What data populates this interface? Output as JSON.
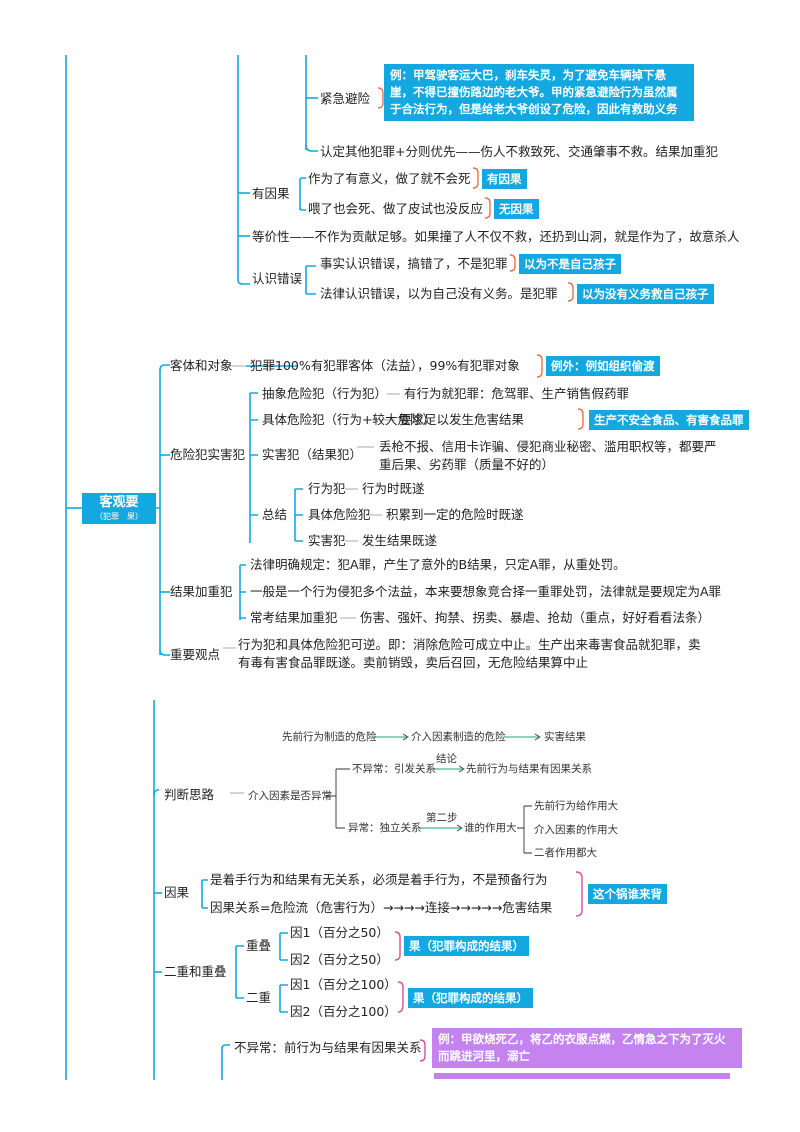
{
  "emergency": {
    "label": "紧急避险",
    "example": "例：甲驾驶客运大巴，刹车失灵，为了避免车辆掉下悬崖，不得已撞伤路边的老大爷。甲的紧急避险行为虽然属于合法行为，但是给老大爷创设了危险，因此有救助义务"
  },
  "other_crime": "认定其他犯罪+分则优先——伤人不救致死、交通肇事不救。结果加重犯",
  "causal": {
    "label": "有因果",
    "i1": "作为了有意义，做了就不会死",
    "t1": "有因果",
    "i2": "喂了也会死、做了皮试也没反应",
    "t2": "无因果"
  },
  "equivalence": "等价性——不作为贡献足够。如果撞了人不仅不救，还扔到山洞，就是作为了，故意杀人",
  "error": {
    "label": "认识错误",
    "i1": "事实认识错误，搞错了，不是犯罪",
    "t1": "以为不是自己孩子",
    "i2": "法律认识错误，以为自己没有义务。是犯罪",
    "t2": "以为没有义务救自己孩子"
  },
  "root": {
    "title": "客观要",
    "sub": "（犯罪　果）"
  },
  "object": {
    "label": "客体和对象",
    "text": "犯罪100%有犯罪客体（法益），99%有犯罪对象",
    "tag": "例外：例如组织偷渡"
  },
  "danger": {
    "label": "危险犯实害犯",
    "abstract_label": "抽象危险犯（行为犯）",
    "abstract_text": "有行为就犯罪：危驾罪、生产销售假药罪",
    "concrete_label": "具体危险犯（行为+较大危险）",
    "concrete_text": "要求足以发生危害结果",
    "concrete_tag": "生产不安全食品、有害食品罪",
    "harm_label": "实害犯（结果犯）",
    "harm_text": "丢枪不报、信用卡诈骗、侵犯商业秘密、滥用职权等，都要严重后果、劣药罪（质量不好的）",
    "summary_label": "总结",
    "s1_label": "行为犯",
    "s1_text": "行为时既遂",
    "s2_label": "具体危险犯",
    "s2_text": "积累到一定的危险时既遂",
    "s3_label": "实害犯",
    "s3_text": "发生结果既遂"
  },
  "aggravated": {
    "label": "结果加重犯",
    "i1": "法律明确规定：犯A罪，产生了意外的B结果，只定A罪，从重处罚。",
    "i2": "一般是一个行为侵犯多个法益，本来要想象竞合择一重罪处罚，法律就是要规定为A罪",
    "i3_label": "常考结果加重犯",
    "i3_text": "伤害、强奸、拘禁、拐卖、暴虐、抢劫（重点，好好看看法条）"
  },
  "important": {
    "label": "重要观点",
    "text": "行为犯和具体危险犯可逆。即：消除危险可成立中止。生产出来毒害食品就犯罪，卖有毒有害食品罪既遂。卖前销毁，卖后召回，无危险结果算中止"
  },
  "flow": {
    "a": "先前行为制造的危险",
    "b": "介入因素制造的危险",
    "c": "实害结果",
    "judge": "判断思路",
    "q": "介入因素是否异常",
    "normal": "不异常：引发关系",
    "conclusion": "结论",
    "normal_result": "先前行为与结果有因果关系",
    "abnormal": "异常：独立关系",
    "step2": "第二步",
    "who": "谁的作用大",
    "w1": "先前行为给作用大",
    "w2": "介入因素的作用大",
    "w3": "二者作用都大"
  },
  "cause": {
    "label": "因果",
    "i1": "是着手行为和结果有无关系，必须是着手行为，不是预备行为",
    "i2": "因果关系=危险流（危害行为）→→→→连接→→→→→危害结果",
    "tag": "这个锅谁来背"
  },
  "double": {
    "label": "二重和重叠",
    "overlap": "重叠",
    "o1": "因1（百分之50）",
    "o2": "因2（百分之50）",
    "o_tag": "果（犯罪构成的结果）",
    "two": "二重",
    "t1": "因1（百分之100）",
    "t2": "因2（百分之100）",
    "t_tag": "果（犯罪构成的结果）"
  },
  "abn": {
    "label": "不异常：前行为与结果有因果关系",
    "example": "例：甲欲烧死乙，将乙的衣服点燃，乙情急之下为了灭火而跳进河里，溺亡"
  }
}
